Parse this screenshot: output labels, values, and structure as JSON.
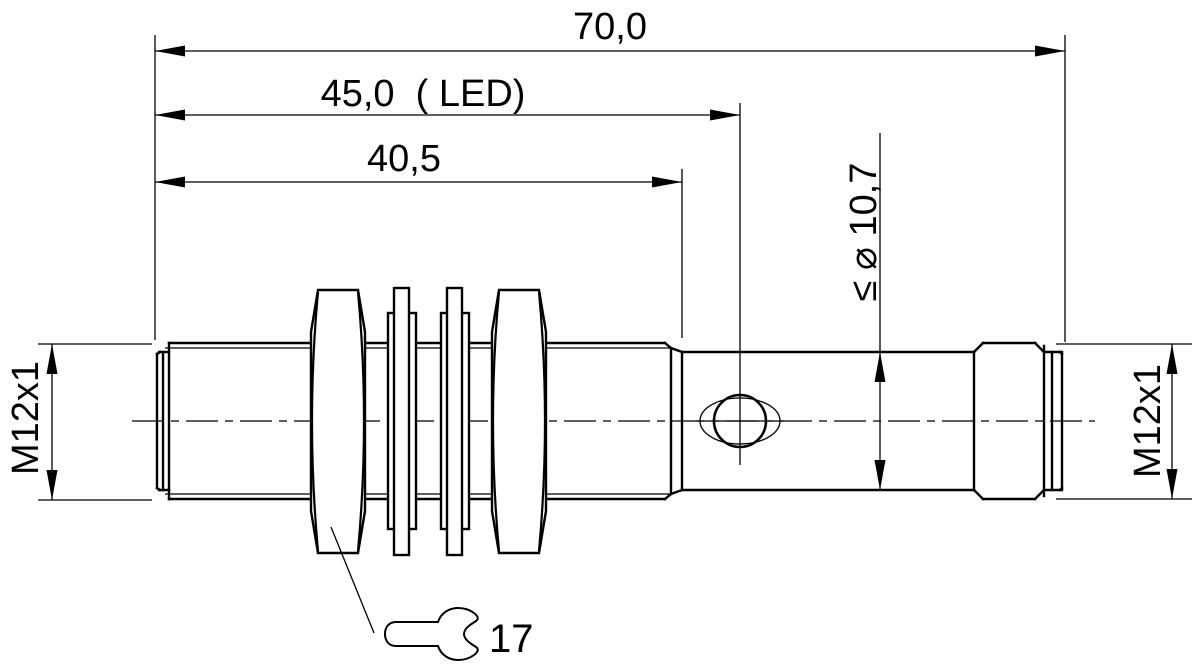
{
  "drawing": {
    "type": "technical-dimension-drawing",
    "subject": "M12 threaded barrel sensor, side view",
    "colors": {
      "line": "#000000",
      "background": "#ffffff"
    },
    "dimensions": {
      "overall_length": {
        "label": "70,0"
      },
      "led_position": {
        "label": "45,0  ( LED)"
      },
      "thread_length": {
        "label": "40,5"
      },
      "body_diameter": {
        "label": "≤ ⌀ 10,7"
      },
      "front_thread": {
        "label": "M12x1"
      },
      "connector_thread": {
        "label": "M12x1"
      },
      "wrench_size": {
        "label": "17"
      }
    }
  }
}
